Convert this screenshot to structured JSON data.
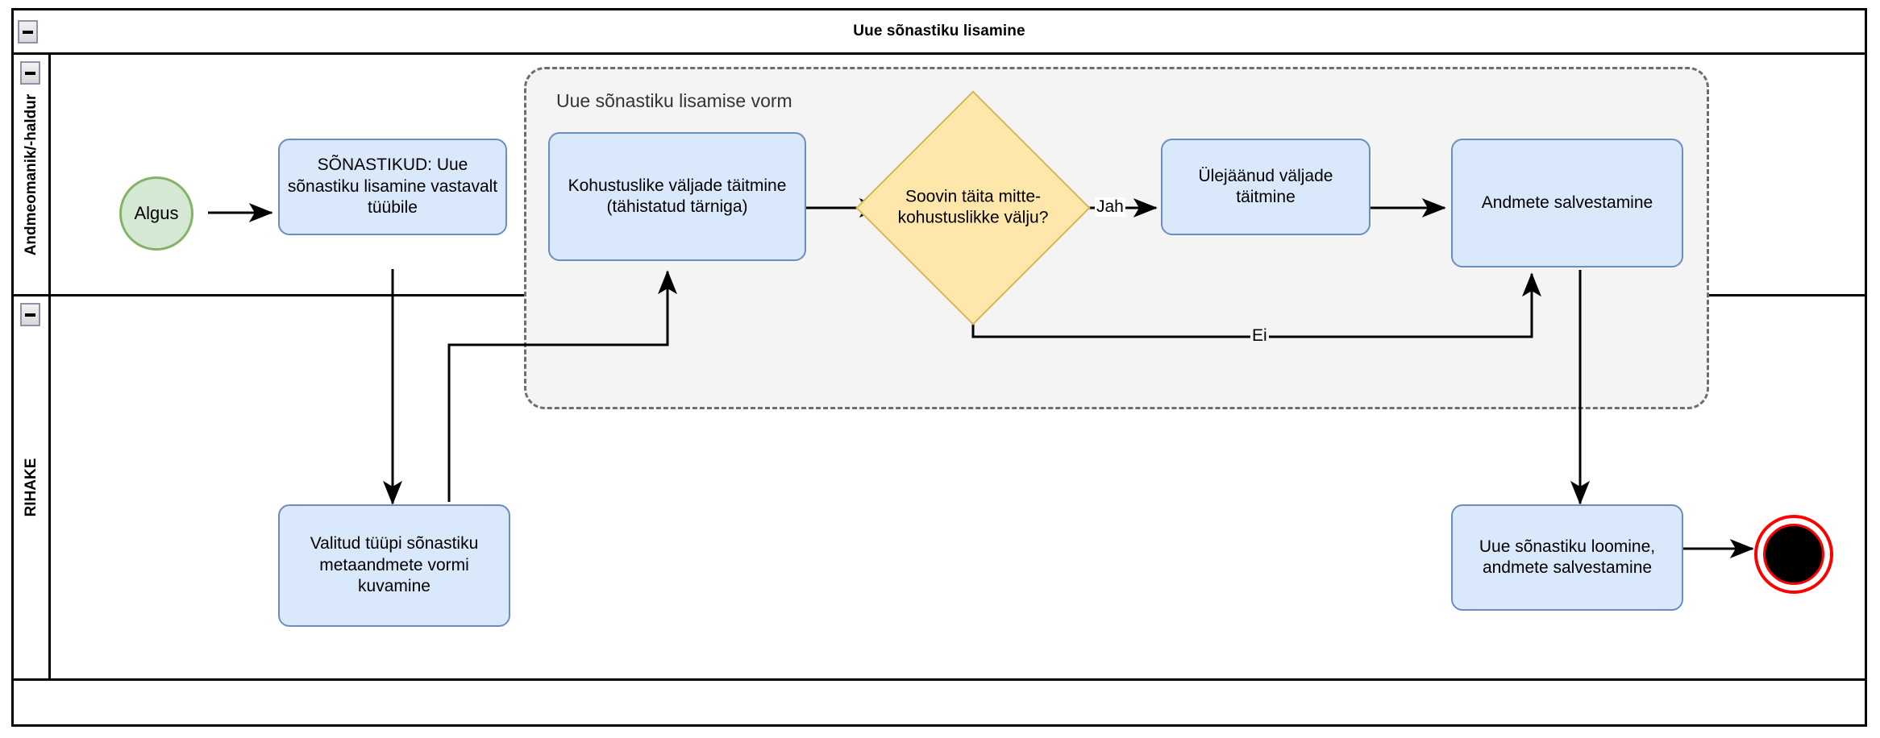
{
  "pool": {
    "title": "Uue sõnastiku lisamine",
    "collapse_icon": "minus-icon"
  },
  "lanes": [
    {
      "label": "Andmeomanik/-haldur",
      "collapse_icon": "minus-icon"
    },
    {
      "label": "RIHAKE",
      "collapse_icon": "minus-icon"
    }
  ],
  "subprocess": {
    "label": "Uue sõnastiku lisamise vorm"
  },
  "nodes": {
    "start": "Algus",
    "task_select_type": "SÕNASTIKUD: Uue sõnastiku lisamine vastavalt tüübile",
    "task_required_fields": "Kohustuslike väljade täitmine (tähistatud tärniga)",
    "gateway_optional": "Soovin täita mitte-kohustuslikke välju?",
    "task_remaining_fields": "Ülejäänud väljade täitmine",
    "task_save_data": "Andmete salvestamine",
    "task_show_form": "Valitud tüüpi sõnastiku metaandmete vormi kuvamine",
    "task_create_dict": "Uue sõnastiku loomine, andmete salvestamine",
    "end": ""
  },
  "edge_labels": {
    "yes": "Jah",
    "no": "Ei"
  },
  "colors": {
    "task_fill": "#dae8fc",
    "task_stroke": "#6c8ebf",
    "start_fill": "#d5e8d4",
    "start_stroke": "#82b366",
    "gateway_fill": "#ffe6aa",
    "gateway_stroke": "#d6b656",
    "group_fill": "#f4f4f4",
    "group_stroke": "#6e6e6e",
    "end_stroke": "#ff0000",
    "end_fill": "#000000",
    "edge_stroke": "#000000"
  }
}
